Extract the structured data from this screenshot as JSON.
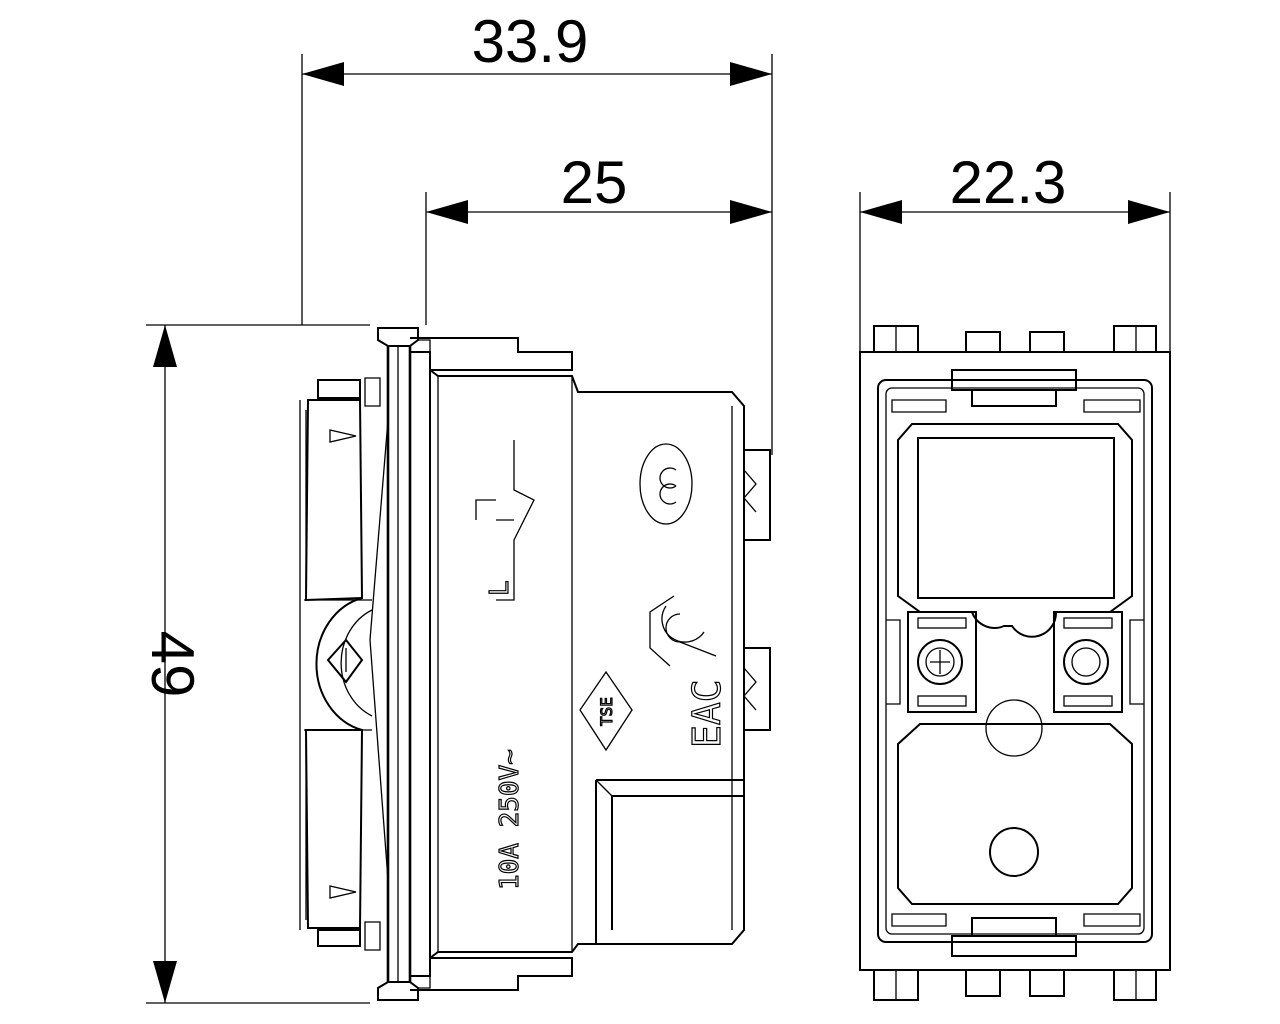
{
  "dimensions": {
    "overall_depth": "33.9",
    "body_depth": "25",
    "width": "22.3",
    "height": "49"
  },
  "markings": {
    "rating": "10A 250V~",
    "cert_mark": "TSE",
    "eac_mark": "EAC",
    "terminal_label": "L"
  },
  "colors": {
    "line": "#000000",
    "background": "#ffffff"
  }
}
